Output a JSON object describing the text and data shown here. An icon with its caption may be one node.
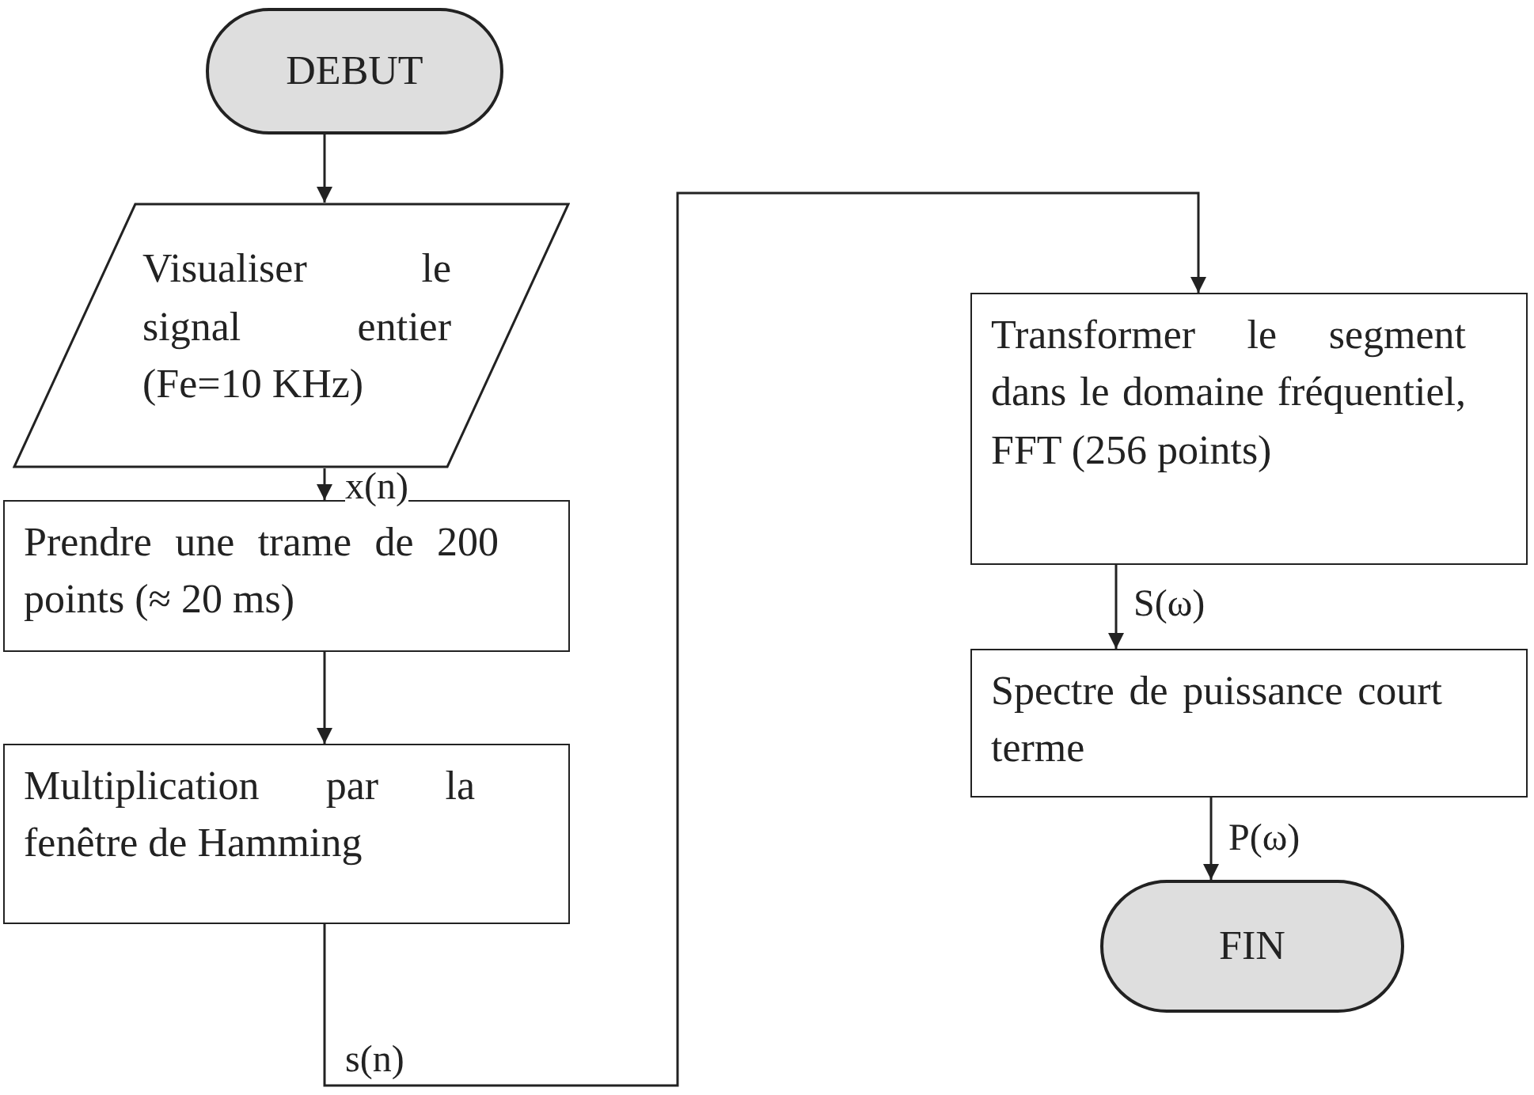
{
  "diagram": {
    "nodes": [
      {
        "text": [
          "DEBUT"
        ]
      },
      {
        "text": [
          "Visualiser le signal entier (Fe=10 KHz)"
        ]
      },
      {
        "text": [
          "Prendre une trame de 200 points (≈ 20 ms)"
        ]
      },
      {
        "text": [
          "Multiplication par la fenêtre de Hamming"
        ]
      },
      {
        "text": [
          "Transformer le segment dans le domaine fréquentiel, FFT (256 points)"
        ]
      },
      {
        "text": [
          "Spectre de puissance court terme"
        ]
      },
      {
        "text": [
          "FIN"
        ]
      }
    ],
    "edges": [
      {
        "from": 0,
        "to": 1,
        "arrow": "to"
      },
      {
        "from": 1,
        "to": 2,
        "arrow": "to",
        "label": "x(n)"
      },
      {
        "from": 2,
        "to": 3,
        "arrow": "to"
      },
      {
        "from": 3,
        "to": 4,
        "arrow": "to",
        "label": "s(n)"
      },
      {
        "from": 4,
        "to": 5,
        "arrow": "to",
        "label": "S(ω)"
      },
      {
        "from": 5,
        "to": 6,
        "arrow": "to",
        "label": "P(ω)"
      }
    ]
  }
}
